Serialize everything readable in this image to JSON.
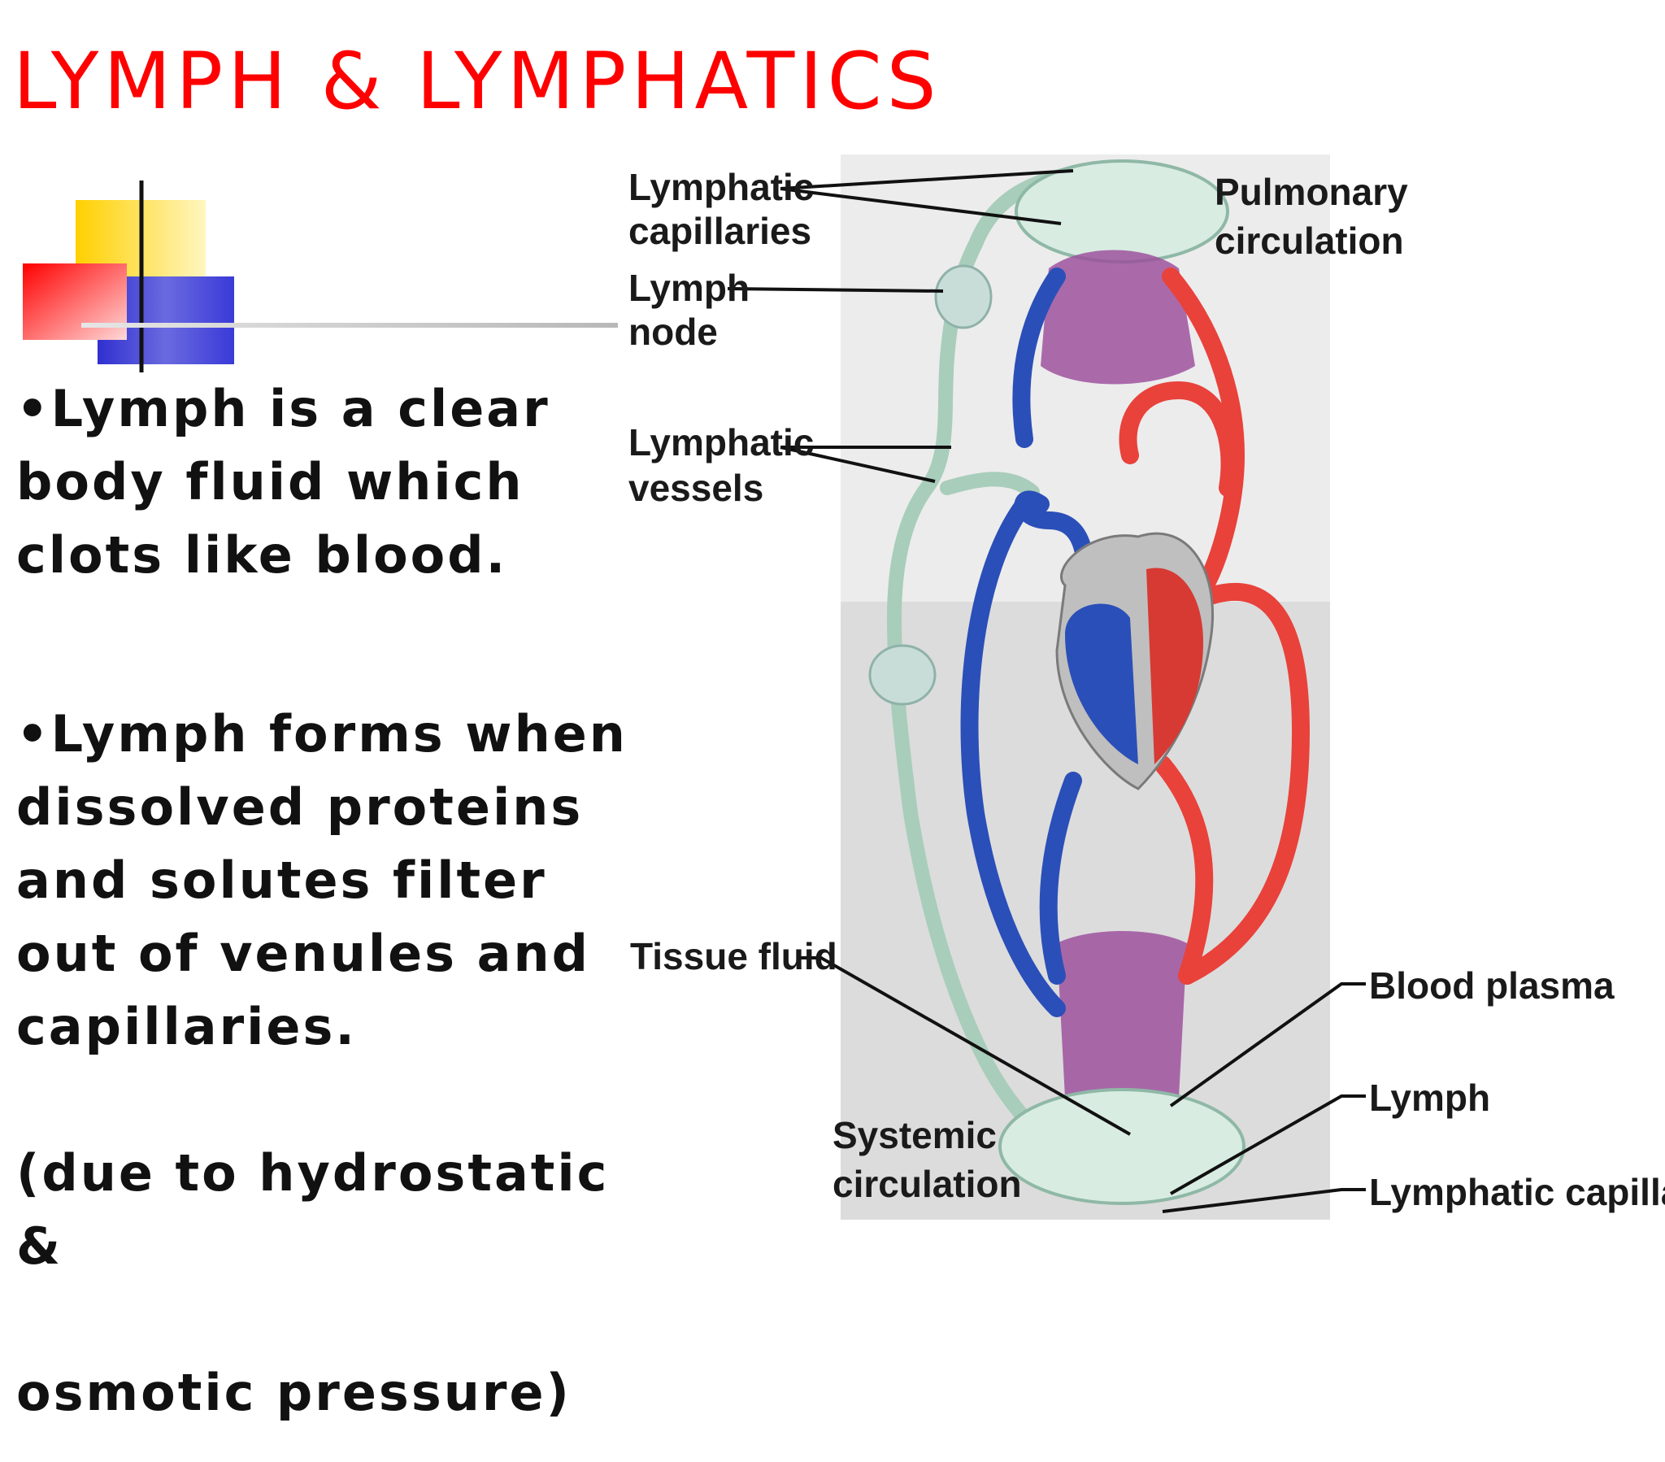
{
  "title": {
    "text": "LYMPH & LYMPHATICS",
    "color": "#ff0000"
  },
  "colors": {
    "artery": "#e8423b",
    "vein": "#2b4fb8",
    "lymph": "#cfe5da",
    "lymph_stroke": "#8fb8a6",
    "panel": "#ececec",
    "panel_dark": "#dcdcdc"
  },
  "bullets": [
    {
      "text": "•Lymph is a clear body fluid which clots like blood."
    },
    {
      "text": "•Lymph forms when dissolved proteins and solutes filter out of venules and capillaries.",
      "extra1": " (due to hydrostatic &",
      "extra2": "osmotic pressure)"
    }
  ],
  "diagram": {
    "labels": {
      "lymphatic_capillaries_top_1": "Lymphatic",
      "lymphatic_capillaries_top_2": "capillaries",
      "lymph_node_1": "Lymph",
      "lymph_node_2": "node",
      "lymphatic_vessels_1": "Lymphatic",
      "lymphatic_vessels_2": "vessels",
      "pulmonary_1": "Pulmonary",
      "pulmonary_2": "circulation",
      "tissue_fluid": "Tissue fluid",
      "blood_plasma": "Blood plasma",
      "lymph": "Lymph",
      "lymphatic_capillaries_bottom": "Lymphatic capillaries",
      "systemic_1": "Systemic",
      "systemic_2": "circulation"
    }
  }
}
